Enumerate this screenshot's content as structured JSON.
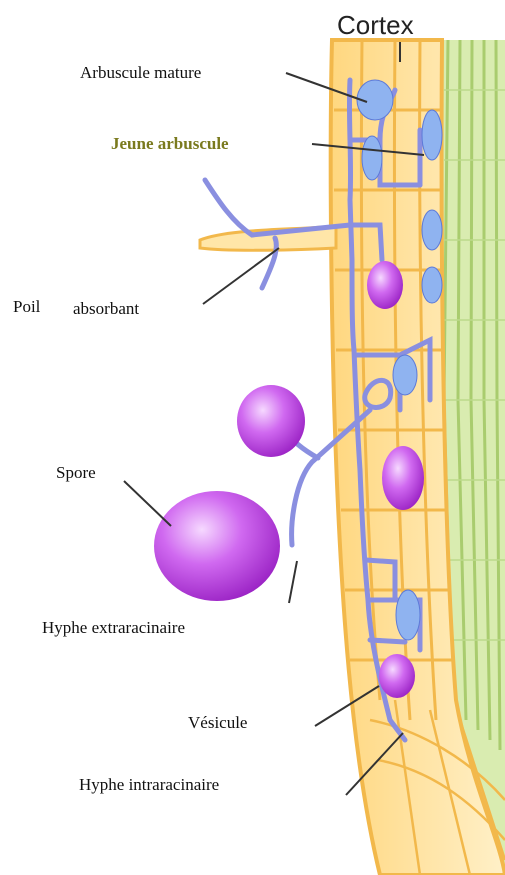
{
  "labels": {
    "cortex": "Cortex",
    "arbuscule_mature": "Arbuscule mature",
    "jeune_arbuscule": "Jeune arbuscule",
    "poil_absorbant_a": "Poil",
    "poil_absorbant_b": "absorbant",
    "spore": "Spore",
    "hyphe_extraracinaire": "Hyphe extraracinaire",
    "vesicule": "Vésicule",
    "hyphe_intraracinaire": "Hyphe intraracinaire"
  },
  "colors": {
    "cortex_fill": "#ffe6a8",
    "cortex_wall": "#f2b84b",
    "stele_fill": "#d9ecb0",
    "stele_line": "#a9cc6e",
    "hypha": "#8a8fe0",
    "arbuscule": "#8fb3f0",
    "spore": "#b33cd6",
    "leader_line": "#333333",
    "jeune_label": "#7a7a1e"
  }
}
